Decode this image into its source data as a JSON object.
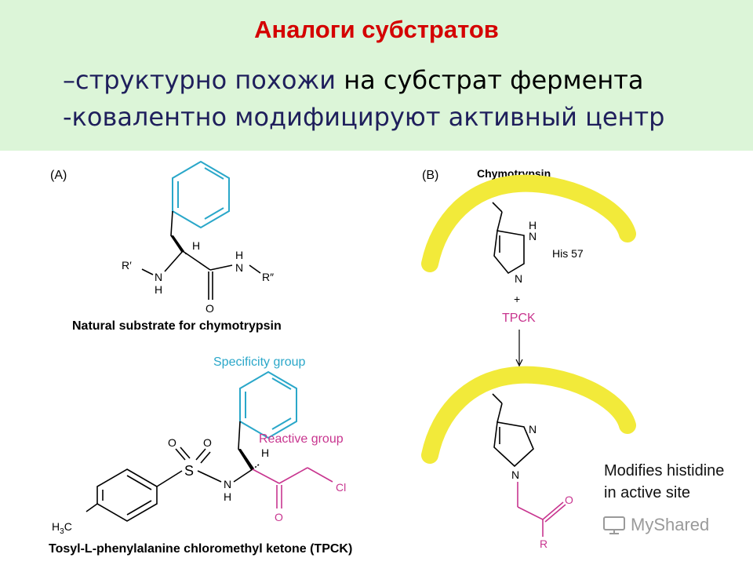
{
  "slide": {
    "title": "Аналоги субстратов",
    "bullets": [
      {
        "dash": "–",
        "colored": "структурно похожи",
        "rest": " на субстрат фермента"
      },
      {
        "dash": "-",
        "colored": "ковалентно модифицируют активный центр",
        "rest": ""
      }
    ]
  },
  "panel_a": {
    "label": "(A)",
    "natural": {
      "caption": "Natural substrate for chymotrypsin",
      "r1": "R′",
      "r2": "R″",
      "h": "H",
      "nh_n": "N",
      "nh_h": "H",
      "o": "O"
    },
    "tpck": {
      "specificity_label": "Specificity group",
      "reactive_label": "Reactive group",
      "caption": "Tosyl-L-phenylalanine chloromethyl ketone (TPCK)",
      "s": "S",
      "o": "O",
      "n": "N",
      "h": "H",
      "cl": "Cl",
      "h3c_h": "H",
      "h3c_sub": "3",
      "h3c_c": "C"
    }
  },
  "panel_b": {
    "label": "(B)",
    "enzyme": "Chymotrypsin",
    "his": "His 57",
    "plus": "+",
    "reagent": "TPCK",
    "n": "N",
    "h": "H",
    "r": "R",
    "o": "O",
    "note_line1": "Modifies histidine",
    "note_line2": "in active site"
  },
  "watermark": "MyShared",
  "colors": {
    "title": "#d40000",
    "bullet": "#1f1f5c",
    "header_bg": "#dcf5d8",
    "cyan": "#2aa7c9",
    "magenta": "#c8358f",
    "yellow": "#f2ea3a"
  }
}
